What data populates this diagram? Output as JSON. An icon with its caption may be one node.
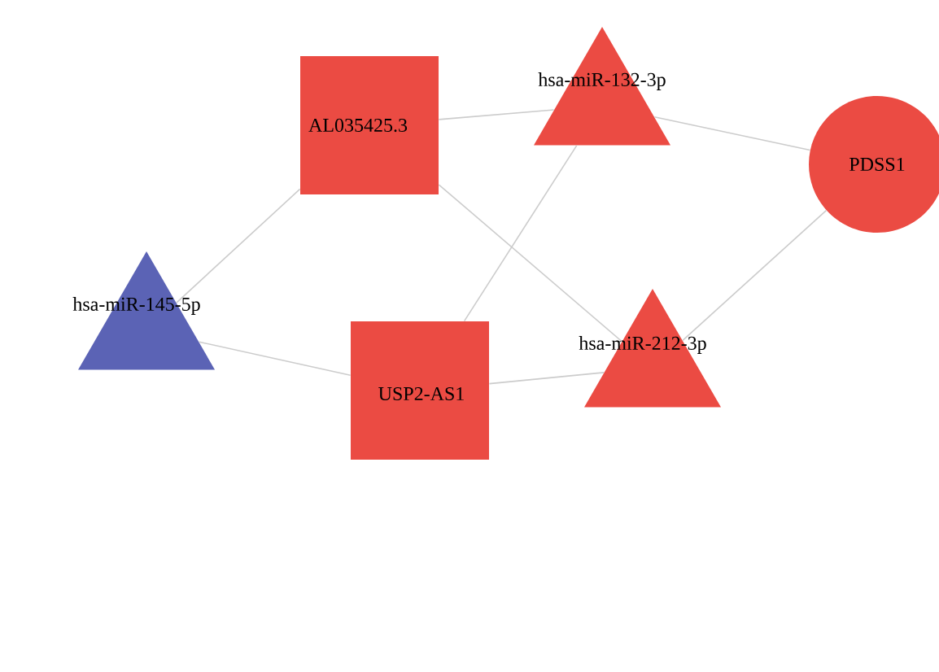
{
  "diagram": {
    "nodes": [
      {
        "text": [
          "AL035425.3"
        ]
      },
      {
        "text": [
          "hsa-miR-132-3p"
        ]
      },
      {
        "text": [
          "PDSS1"
        ]
      },
      {
        "text": [
          "hsa-miR-145-5p"
        ]
      },
      {
        "text": [
          "USP2-AS1"
        ]
      },
      {
        "text": [
          "hsa-miR-212-3p"
        ]
      }
    ],
    "edges": [
      {
        "from": 0,
        "to": 1,
        "arrow": "none"
      },
      {
        "from": 1,
        "to": 2,
        "arrow": "none"
      },
      {
        "from": 0,
        "to": 3,
        "arrow": "none"
      },
      {
        "from": 0,
        "to": 5,
        "arrow": "none"
      },
      {
        "from": 4,
        "to": 1,
        "arrow": "none"
      },
      {
        "from": 2,
        "to": 5,
        "arrow": "none"
      },
      {
        "from": 3,
        "to": 4,
        "arrow": "none"
      },
      {
        "from": 4,
        "to": 5,
        "arrow": "none"
      }
    ]
  }
}
